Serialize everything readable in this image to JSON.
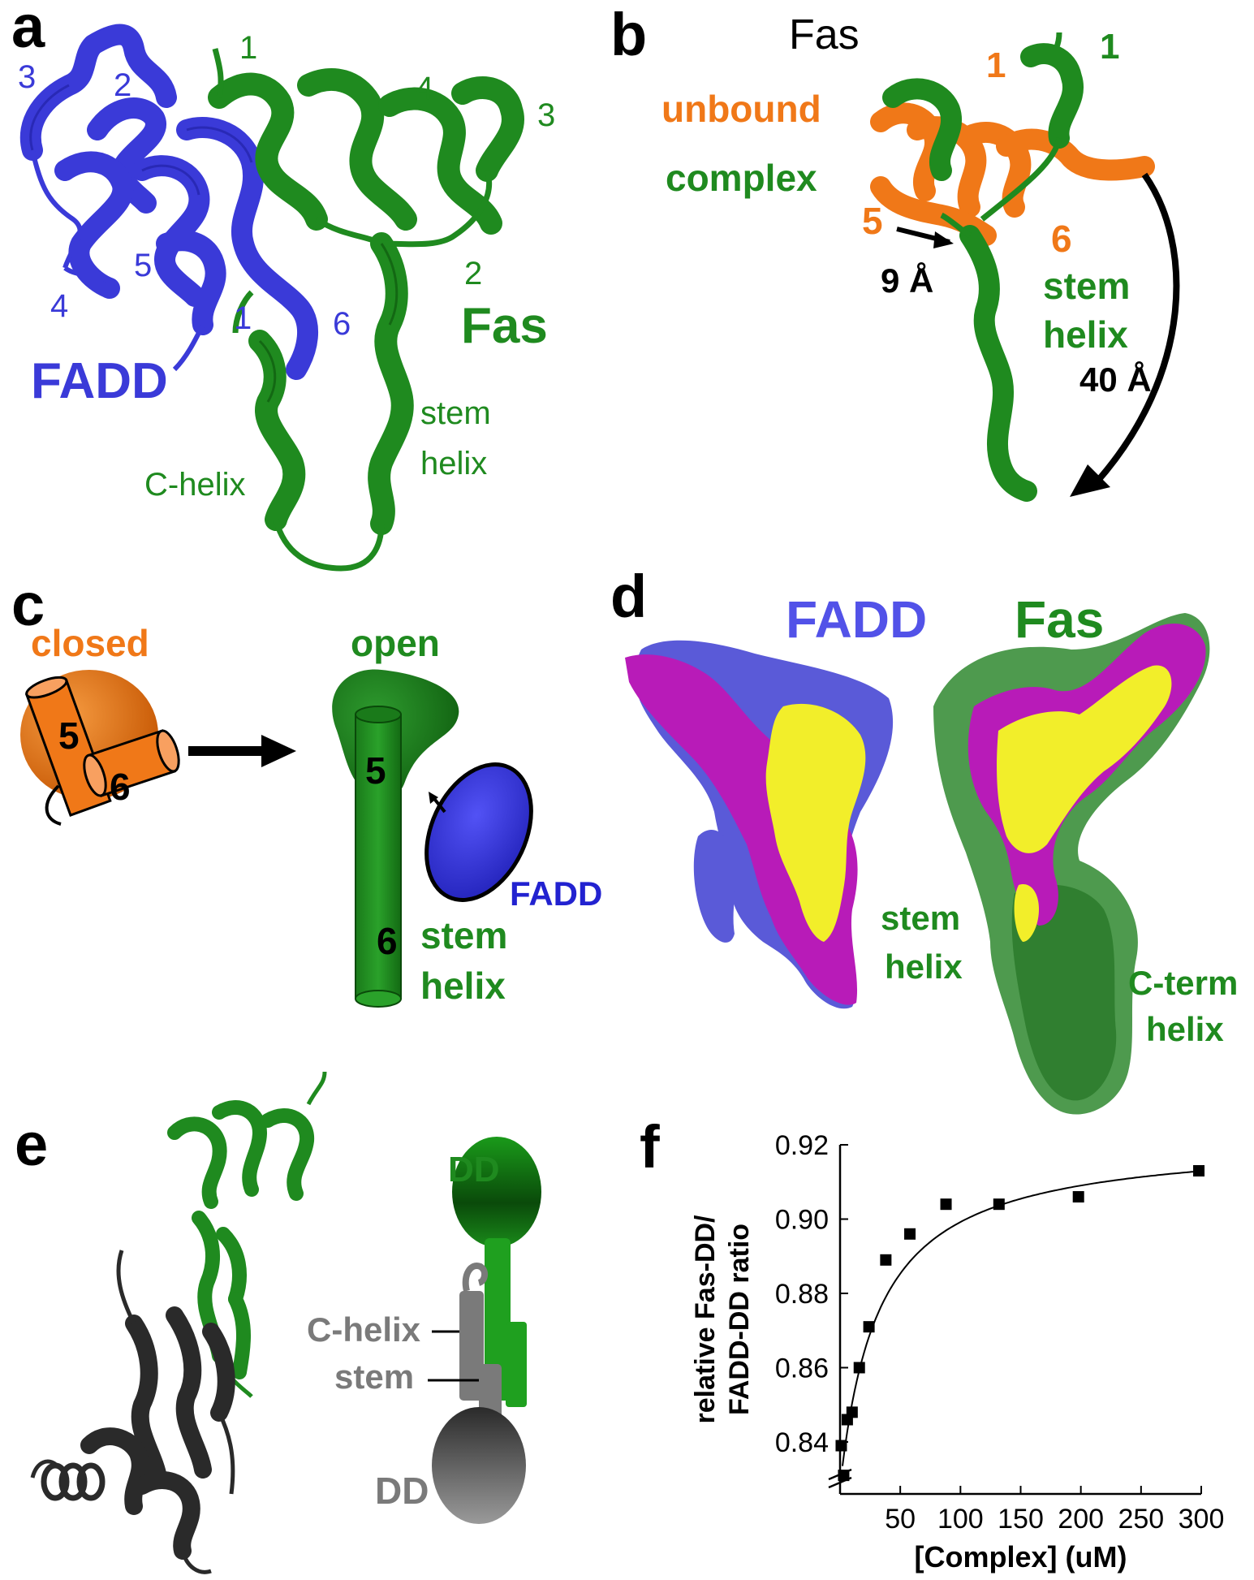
{
  "colors": {
    "fadd_blue": "#3a3ad8",
    "fas_green": "#1f8a1f",
    "unbound_orange": "#f07818",
    "interface_yellow": "#f2ee2a",
    "interface_magenta": "#b81bb8",
    "partner_dark": "#2a2a2a",
    "partner_gray": "#7a7a7a"
  },
  "panel_a": {
    "letter": "a",
    "fadd_label": "FADD",
    "fas_label": "Fas",
    "fadd_helices": [
      "3",
      "2",
      "5",
      "4",
      "1",
      "6"
    ],
    "fas_helices": [
      "1",
      "4",
      "3",
      "2"
    ],
    "c_helix": "C-helix",
    "stem_line1": "stem",
    "stem_line2": "helix"
  },
  "panel_b": {
    "letter": "b",
    "title": "Fas",
    "unbound": "unbound",
    "complex": "complex",
    "orange_1": "1",
    "green_1": "1",
    "h5": "5",
    "h6": "6",
    "shift_small": "9 Å",
    "shift_large": "40 Å",
    "stem_line1": "stem",
    "stem_line2": "helix"
  },
  "panel_c": {
    "letter": "c",
    "closed": "closed",
    "open": "open",
    "h5": "5",
    "h6": "6",
    "fadd": "FADD",
    "stem_line1": "stem",
    "stem_line2": "helix"
  },
  "panel_d": {
    "letter": "d",
    "fadd": "FADD",
    "fas": "Fas",
    "stem_line1": "stem",
    "stem_line2": "helix",
    "cterm_line1": "C-term",
    "cterm_line2": "helix"
  },
  "panel_e": {
    "letter": "e",
    "dd_top": "DD",
    "c_helix": "C-helix",
    "stem": "stem",
    "dd_bottom": "DD"
  },
  "panel_f": {
    "letter": "f"
  },
  "chart_data": {
    "type": "scatter",
    "xlabel": "[Complex] (uM)",
    "ylabel_line1": "relative Fas-DD/",
    "ylabel_line2": "FADD-DD ratio",
    "xlim": [
      0,
      300
    ],
    "ylim": [
      0.826,
      0.92
    ],
    "x_ticks": [
      50,
      100,
      150,
      200,
      250,
      300
    ],
    "y_ticks": [
      0.84,
      0.86,
      0.88,
      0.9,
      0.92
    ],
    "y_tick_labels": [
      "0.84",
      "0.86",
      "0.88",
      "0.90",
      "0.92"
    ],
    "axis_break": true,
    "points": [
      {
        "x": 1,
        "y": 0.839
      },
      {
        "x": 3,
        "y": 0.831
      },
      {
        "x": 6,
        "y": 0.846
      },
      {
        "x": 10,
        "y": 0.848
      },
      {
        "x": 16,
        "y": 0.86
      },
      {
        "x": 24,
        "y": 0.871
      },
      {
        "x": 38,
        "y": 0.889
      },
      {
        "x": 58,
        "y": 0.896
      },
      {
        "x": 88,
        "y": 0.904
      },
      {
        "x": 132,
        "y": 0.904
      },
      {
        "x": 198,
        "y": 0.906
      },
      {
        "x": 298,
        "y": 0.913
      }
    ],
    "fit_curve": {
      "model": "y = y0 + A*x/(Kd + x)",
      "y0": 0.828,
      "A": 0.094,
      "Kd": 32
    }
  }
}
